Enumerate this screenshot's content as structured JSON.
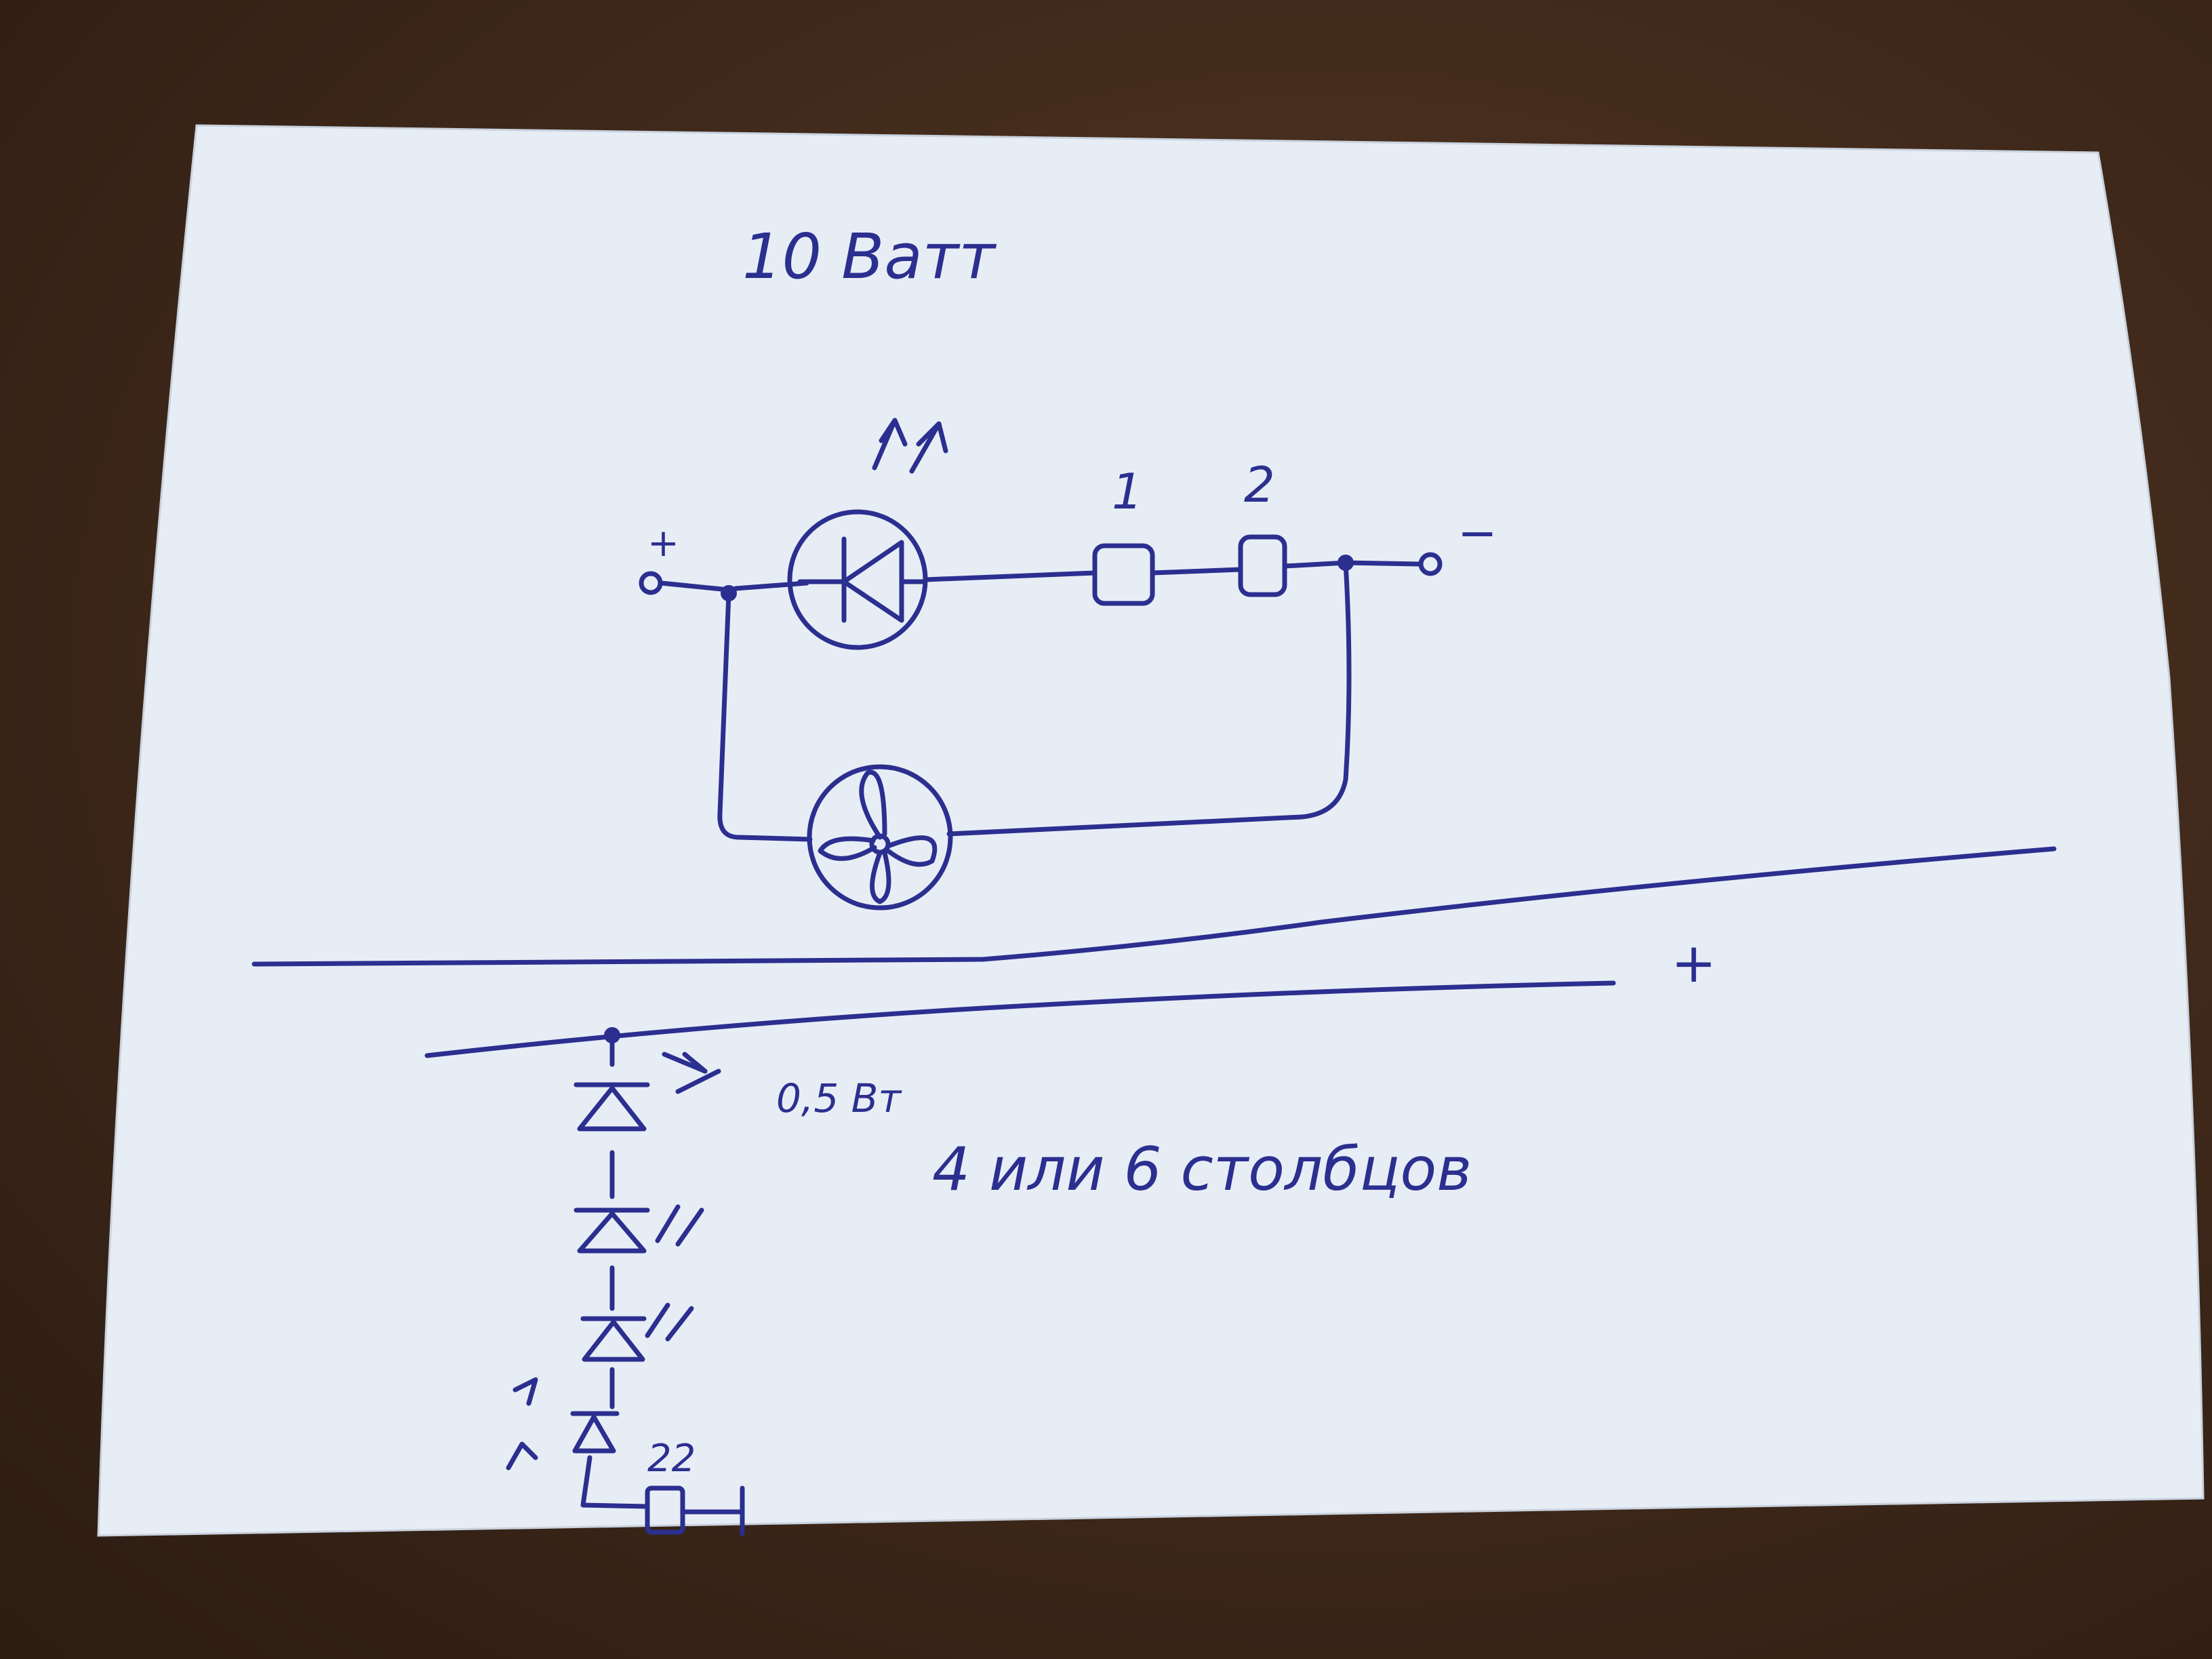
{
  "colors": {
    "ink": "#2b2f8f",
    "paper": "#e9eef6",
    "table": "#3e281a"
  },
  "title": "10 Ватт",
  "labels": {
    "label_1": "1",
    "label_2": "2",
    "plus_top": "+",
    "minus_top": "−",
    "plus_bus": "+",
    "power_led": "0,5 Вт",
    "columns_note": "4 или 6 столбцов",
    "resistor_22": "22"
  },
  "icons": [
    "power-led-symbol",
    "fan-symbol",
    "led-diode-symbol",
    "resistor-symbol",
    "light-arrows-icon"
  ]
}
